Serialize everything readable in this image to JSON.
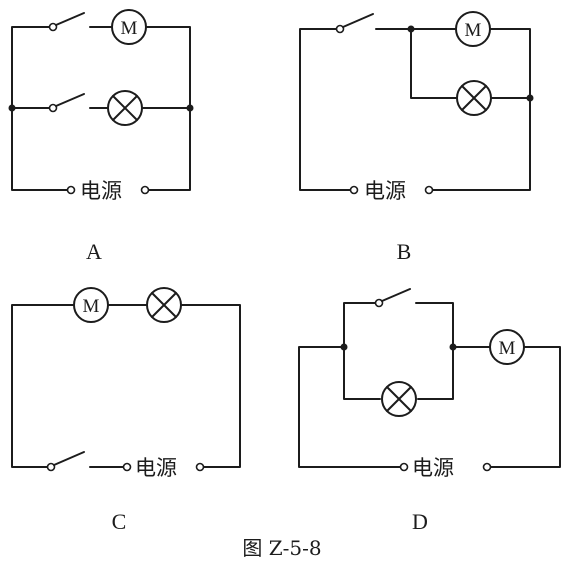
{
  "figure": {
    "caption": "图 Z-5-8",
    "ink_color": "#1c1c1c",
    "background_color": "#ffffff"
  },
  "components": {
    "motor_symbol": "M",
    "power_source_label": "电源"
  },
  "circuits": [
    {
      "label": "A",
      "description_keys": [
        "motor-with-switch",
        "lamp-with-switch",
        "parallel",
        "power-source"
      ]
    },
    {
      "label": "B",
      "description_keys": [
        "main-switch",
        "motor",
        "lamp",
        "parallel",
        "power-source"
      ]
    },
    {
      "label": "C",
      "description_keys": [
        "motor",
        "lamp",
        "switch",
        "series",
        "power-source"
      ]
    },
    {
      "label": "D",
      "description_keys": [
        "switch-parallel-lamp",
        "motor",
        "series",
        "power-source"
      ]
    }
  ]
}
